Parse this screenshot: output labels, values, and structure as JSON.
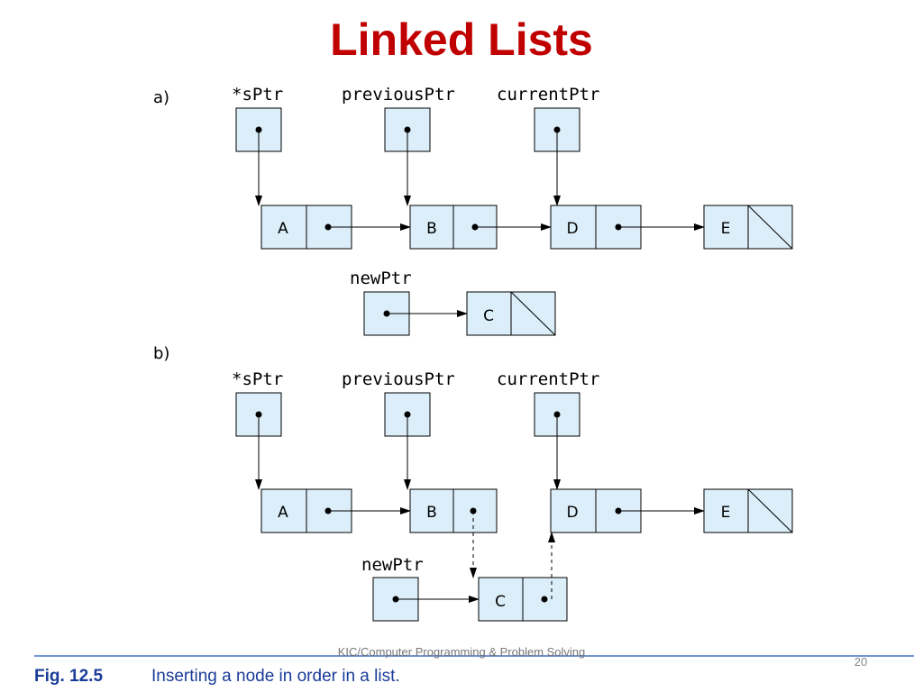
{
  "slide": {
    "title": "Linked Lists",
    "footer": "KIC/Computer Programming & Problem Solving",
    "page_number": "20"
  },
  "figure": {
    "number": "Fig. 12.5",
    "caption": "Inserting a node in order in a list.",
    "colors": {
      "box_fill": "#dbeef9",
      "line": "#000000",
      "title": "#c00000",
      "caption": "#1a3c99",
      "rule": "#4472c4"
    }
  },
  "panels": [
    {
      "label": "a)",
      "pointers": [
        "*sPtr",
        "previousPtr",
        "currentPtr",
        "newPtr"
      ],
      "nodes": [
        "A",
        "B",
        "D",
        "E"
      ],
      "new_node": "C"
    },
    {
      "label": "b)",
      "pointers": [
        "*sPtr",
        "previousPtr",
        "currentPtr",
        "newPtr"
      ],
      "nodes": [
        "A",
        "B",
        "D",
        "E"
      ],
      "new_node": "C"
    }
  ]
}
